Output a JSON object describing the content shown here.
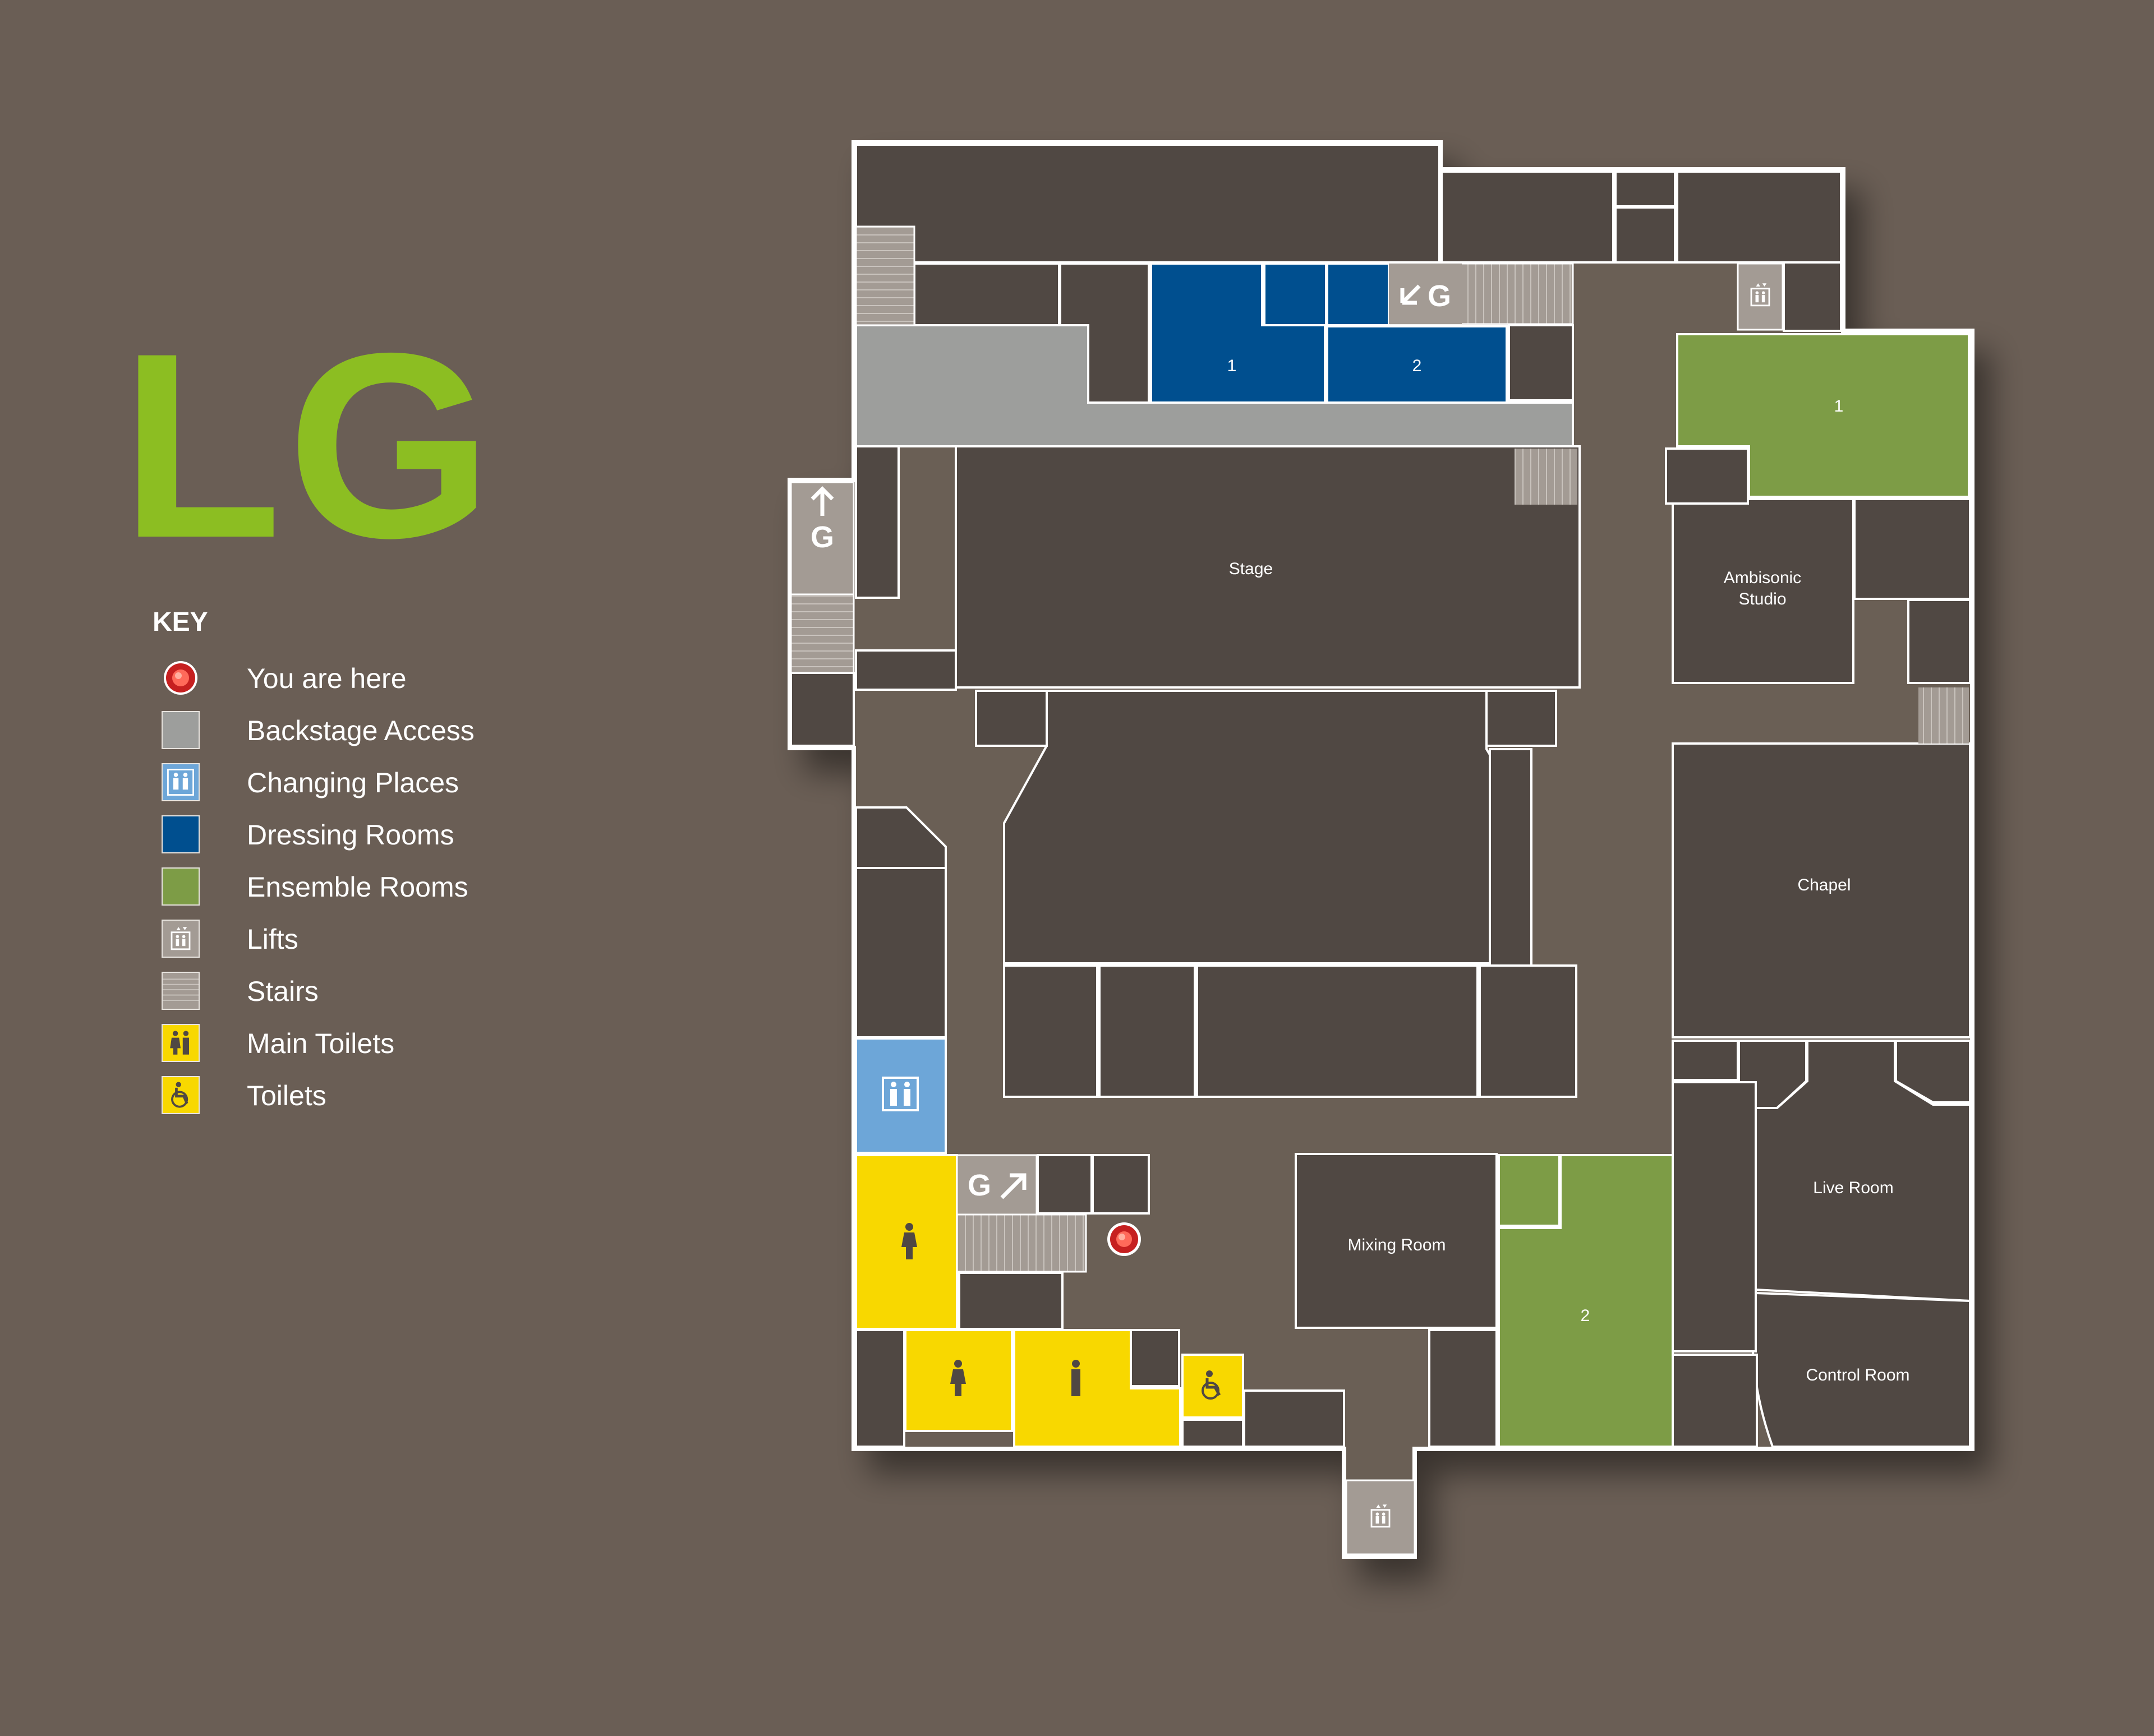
{
  "floor": {
    "title": "LG"
  },
  "key": {
    "title": "KEY",
    "items": [
      {
        "label": "You are here",
        "icon": "you-are-here-icon",
        "color": "#d2322d"
      },
      {
        "label": "Backstage Access",
        "icon": "backstage-access-swatch",
        "color": "#9d9e9c"
      },
      {
        "label": "Changing Places",
        "icon": "changing-places-icon",
        "color": "#6da6d8"
      },
      {
        "label": "Dressing Rooms",
        "icon": "dressing-rooms-swatch",
        "color": "#004f8f"
      },
      {
        "label": "Ensemble Rooms",
        "icon": "ensemble-rooms-swatch",
        "color": "#7d9c46"
      },
      {
        "label": "Lifts",
        "icon": "lift-icon",
        "color": "#a39b94"
      },
      {
        "label": "Stairs",
        "icon": "stairs-icon",
        "color": "#a39b94"
      },
      {
        "label": "Main Toilets",
        "icon": "main-toilets-icon",
        "color": "#f8d800"
      },
      {
        "label": "Toilets",
        "icon": "accessible-toilet-icon",
        "color": "#f8d800"
      }
    ]
  },
  "rooms": {
    "dressing_1": "1",
    "dressing_2": "2",
    "ensemble_1": "1",
    "ensemble_2": "2",
    "stage": "Stage",
    "ambisonic_line1": "Ambisonic",
    "ambisonic_line2": "Studio",
    "chapel": "Chapel",
    "live_room": "Live Room",
    "control_room": "Control Room",
    "mixing_room": "Mixing Room"
  },
  "stairs_labels": {
    "top": "G",
    "left": "G",
    "bottom": "G"
  },
  "colors": {
    "background": "#6a5e55",
    "room": "#504843",
    "corridor": "#6a5e55",
    "wall": "#ffffff",
    "title": "#8cbe22"
  }
}
